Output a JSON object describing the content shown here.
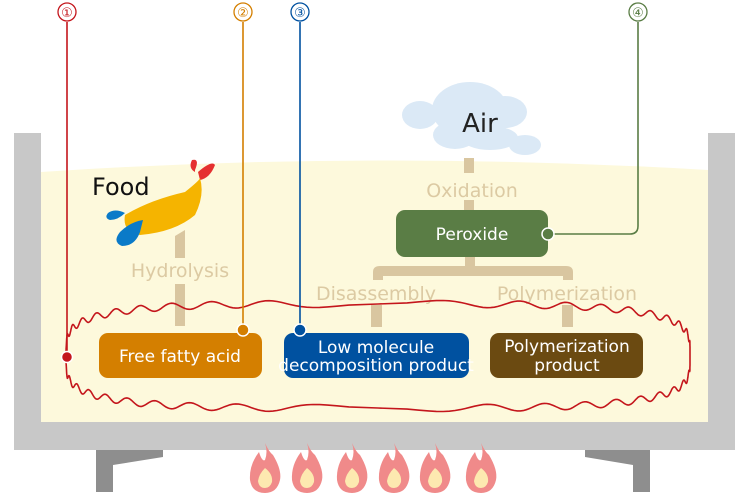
{
  "markers": [
    {
      "number": "①",
      "color": "#c4161c"
    },
    {
      "number": "②",
      "color": "#d47f00"
    },
    {
      "number": "③",
      "color": "#0051a0"
    },
    {
      "number": "④",
      "color": "#5a7d45"
    }
  ],
  "air": "Air",
  "food": "Food",
  "processes": {
    "oxidation": "Oxidation",
    "hydrolysis": "Hydrolysis",
    "disassembly": "Disassembly",
    "polymerization": "Polymerization"
  },
  "boxes": {
    "peroxide": {
      "label": "Peroxide",
      "color": "#5a7d45"
    },
    "free_fatty_acid": {
      "label": "Free fatty acid",
      "color": "#d47f00"
    },
    "low_molecule": {
      "line1": "Low molecule",
      "line2": "decomposition product",
      "color": "#0051a0"
    },
    "polymerization_product": {
      "line1": "Polymerization",
      "line2": "product",
      "color": "#6b4a11"
    }
  },
  "colors": {
    "oil": "#fdf9dc",
    "pot": "#c8c8c8",
    "connector": "#d9c6a0",
    "flame": "#f08a8a"
  }
}
